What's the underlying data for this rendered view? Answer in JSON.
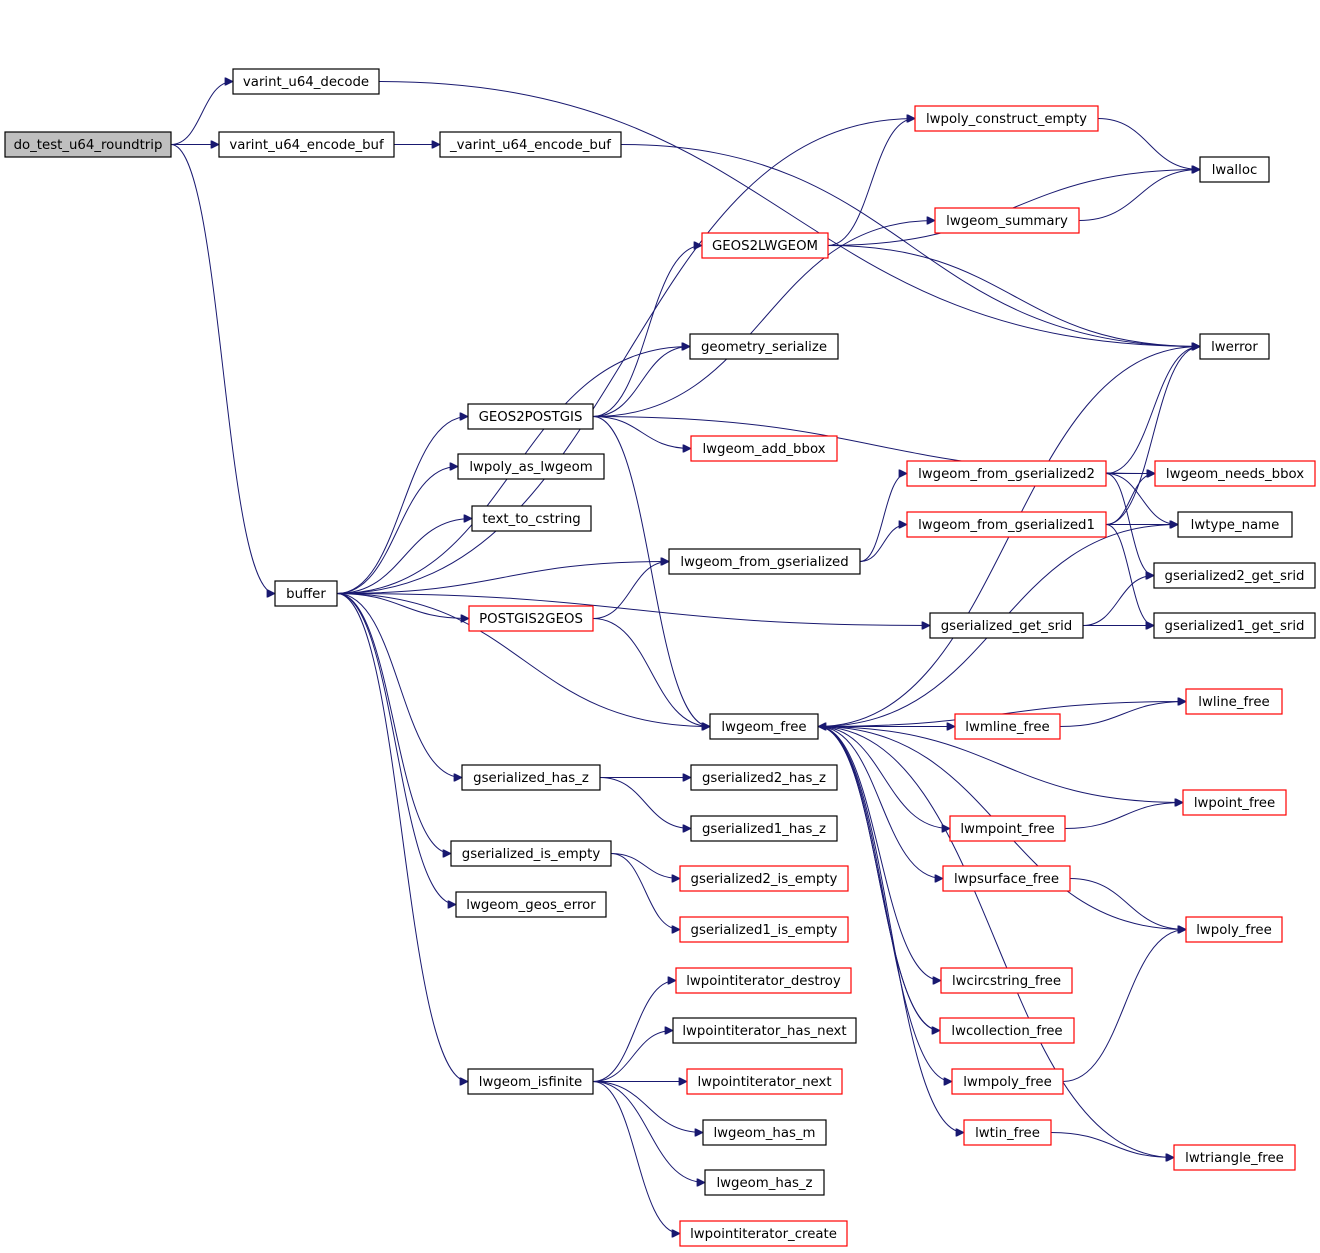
{
  "colors": {
    "edge": "#191970",
    "root_fill": "#bfbfbf",
    "normal_border": "#000000",
    "truncated_border": "#ff0000"
  },
  "nodes": [
    {
      "id": "do_test_u64_roundtrip",
      "label": "do_test_u64_roundtrip",
      "root": true
    },
    {
      "id": "varint_u64_decode",
      "label": "varint_u64_decode"
    },
    {
      "id": "varint_u64_encode_buf",
      "label": "varint_u64_encode_buf"
    },
    {
      "id": "_varint_u64_encode_buf",
      "label": "_varint_u64_encode_buf"
    },
    {
      "id": "buffer",
      "label": "buffer"
    },
    {
      "id": "lwpoly_construct_empty",
      "label": "lwpoly_construct_empty",
      "truncated": true
    },
    {
      "id": "lwalloc",
      "label": "lwalloc"
    },
    {
      "id": "lwgeom_summary",
      "label": "lwgeom_summary",
      "truncated": true
    },
    {
      "id": "GEOS2LWGEOM",
      "label": "GEOS2LWGEOM",
      "truncated": true
    },
    {
      "id": "lwerror",
      "label": "lwerror"
    },
    {
      "id": "geometry_serialize",
      "label": "geometry_serialize"
    },
    {
      "id": "GEOS2POSTGIS",
      "label": "GEOS2POSTGIS"
    },
    {
      "id": "lwgeom_add_bbox",
      "label": "lwgeom_add_bbox",
      "truncated": true
    },
    {
      "id": "lwpoly_as_lwgeom",
      "label": "lwpoly_as_lwgeom"
    },
    {
      "id": "lwgeom_from_gserialized2",
      "label": "lwgeom_from_gserialized2",
      "truncated": true
    },
    {
      "id": "lwgeom_needs_bbox",
      "label": "lwgeom_needs_bbox",
      "truncated": true
    },
    {
      "id": "text_to_cstring",
      "label": "text_to_cstring"
    },
    {
      "id": "lwgeom_from_gserialized1",
      "label": "lwgeom_from_gserialized1",
      "truncated": true
    },
    {
      "id": "lwtype_name",
      "label": "lwtype_name"
    },
    {
      "id": "lwgeom_from_gserialized",
      "label": "lwgeom_from_gserialized"
    },
    {
      "id": "gserialized2_get_srid",
      "label": "gserialized2_get_srid"
    },
    {
      "id": "POSTGIS2GEOS",
      "label": "POSTGIS2GEOS",
      "truncated": true
    },
    {
      "id": "gserialized_get_srid",
      "label": "gserialized_get_srid"
    },
    {
      "id": "gserialized1_get_srid",
      "label": "gserialized1_get_srid"
    },
    {
      "id": "lwline_free",
      "label": "lwline_free",
      "truncated": true
    },
    {
      "id": "lwgeom_free",
      "label": "lwgeom_free"
    },
    {
      "id": "lwmline_free",
      "label": "lwmline_free",
      "truncated": true
    },
    {
      "id": "gserialized_has_z",
      "label": "gserialized_has_z"
    },
    {
      "id": "gserialized2_has_z",
      "label": "gserialized2_has_z"
    },
    {
      "id": "lwpoint_free",
      "label": "lwpoint_free",
      "truncated": true
    },
    {
      "id": "lwmpoint_free",
      "label": "lwmpoint_free",
      "truncated": true
    },
    {
      "id": "gserialized1_has_z",
      "label": "gserialized1_has_z"
    },
    {
      "id": "gserialized_is_empty",
      "label": "gserialized_is_empty"
    },
    {
      "id": "gserialized2_is_empty",
      "label": "gserialized2_is_empty",
      "truncated": true
    },
    {
      "id": "lwpsurface_free",
      "label": "lwpsurface_free",
      "truncated": true
    },
    {
      "id": "lwgeom_geos_error",
      "label": "lwgeom_geos_error"
    },
    {
      "id": "gserialized1_is_empty",
      "label": "gserialized1_is_empty",
      "truncated": true
    },
    {
      "id": "lwpoly_free",
      "label": "lwpoly_free",
      "truncated": true
    },
    {
      "id": "lwpointiterator_destroy",
      "label": "lwpointiterator_destroy",
      "truncated": true
    },
    {
      "id": "lwcircstring_free",
      "label": "lwcircstring_free",
      "truncated": true
    },
    {
      "id": "lwpointiterator_has_next",
      "label": "lwpointiterator_has_next"
    },
    {
      "id": "lwcollection_free",
      "label": "lwcollection_free",
      "truncated": true
    },
    {
      "id": "lwgeom_isfinite",
      "label": "lwgeom_isfinite"
    },
    {
      "id": "lwpointiterator_next",
      "label": "lwpointiterator_next",
      "truncated": true
    },
    {
      "id": "lwmpoly_free",
      "label": "lwmpoly_free",
      "truncated": true
    },
    {
      "id": "lwgeom_has_m",
      "label": "lwgeom_has_m"
    },
    {
      "id": "lwtin_free",
      "label": "lwtin_free",
      "truncated": true
    },
    {
      "id": "lwtriangle_free",
      "label": "lwtriangle_free",
      "truncated": true
    },
    {
      "id": "lwgeom_has_z",
      "label": "lwgeom_has_z"
    },
    {
      "id": "lwpointiterator_create",
      "label": "lwpointiterator_create",
      "truncated": true
    }
  ],
  "edges": [
    [
      "do_test_u64_roundtrip",
      "varint_u64_decode"
    ],
    [
      "do_test_u64_roundtrip",
      "varint_u64_encode_buf"
    ],
    [
      "do_test_u64_roundtrip",
      "buffer"
    ],
    [
      "varint_u64_decode",
      "lwerror"
    ],
    [
      "varint_u64_encode_buf",
      "_varint_u64_encode_buf"
    ],
    [
      "_varint_u64_encode_buf",
      "lwerror"
    ],
    [
      "buffer",
      "lwpoly_construct_empty"
    ],
    [
      "buffer",
      "geometry_serialize"
    ],
    [
      "buffer",
      "GEOS2POSTGIS"
    ],
    [
      "buffer",
      "lwpoly_as_lwgeom"
    ],
    [
      "buffer",
      "text_to_cstring"
    ],
    [
      "buffer",
      "lwgeom_from_gserialized"
    ],
    [
      "buffer",
      "POSTGIS2GEOS"
    ],
    [
      "buffer",
      "gserialized_get_srid"
    ],
    [
      "buffer",
      "lwgeom_free"
    ],
    [
      "buffer",
      "gserialized_has_z"
    ],
    [
      "buffer",
      "gserialized_is_empty"
    ],
    [
      "buffer",
      "lwgeom_geos_error"
    ],
    [
      "buffer",
      "lwgeom_isfinite"
    ],
    [
      "lwpoly_construct_empty",
      "lwalloc"
    ],
    [
      "lwgeom_summary",
      "lwalloc"
    ],
    [
      "GEOS2LWGEOM",
      "lwpoly_construct_empty"
    ],
    [
      "GEOS2LWGEOM",
      "lwalloc"
    ],
    [
      "GEOS2LWGEOM",
      "lwerror"
    ],
    [
      "GEOS2POSTGIS",
      "GEOS2LWGEOM"
    ],
    [
      "GEOS2POSTGIS",
      "geometry_serialize"
    ],
    [
      "GEOS2POSTGIS",
      "lwgeom_summary"
    ],
    [
      "GEOS2POSTGIS",
      "lwgeom_add_bbox"
    ],
    [
      "GEOS2POSTGIS",
      "lwgeom_needs_bbox"
    ],
    [
      "GEOS2POSTGIS",
      "lwgeom_free"
    ],
    [
      "lwgeom_from_gserialized",
      "lwgeom_from_gserialized2"
    ],
    [
      "lwgeom_from_gserialized",
      "lwgeom_from_gserialized1"
    ],
    [
      "lwgeom_from_gserialized2",
      "lwerror"
    ],
    [
      "lwgeom_from_gserialized2",
      "lwgeom_needs_bbox"
    ],
    [
      "lwgeom_from_gserialized2",
      "lwtype_name"
    ],
    [
      "lwgeom_from_gserialized2",
      "gserialized2_get_srid"
    ],
    [
      "lwgeom_from_gserialized1",
      "lwerror"
    ],
    [
      "lwgeom_from_gserialized1",
      "lwgeom_needs_bbox"
    ],
    [
      "lwgeom_from_gserialized1",
      "lwtype_name"
    ],
    [
      "lwgeom_from_gserialized1",
      "gserialized1_get_srid"
    ],
    [
      "POSTGIS2GEOS",
      "lwgeom_from_gserialized"
    ],
    [
      "POSTGIS2GEOS",
      "lwgeom_free"
    ],
    [
      "gserialized_get_srid",
      "gserialized2_get_srid"
    ],
    [
      "gserialized_get_srid",
      "gserialized1_get_srid"
    ],
    [
      "lwgeom_free",
      "lwerror"
    ],
    [
      "lwgeom_free",
      "lwtype_name"
    ],
    [
      "lwgeom_free",
      "lwline_free"
    ],
    [
      "lwgeom_free",
      "lwmline_free"
    ],
    [
      "lwgeom_free",
      "lwpoint_free"
    ],
    [
      "lwgeom_free",
      "lwmpoint_free"
    ],
    [
      "lwgeom_free",
      "lwpsurface_free"
    ],
    [
      "lwgeom_free",
      "lwpoly_free"
    ],
    [
      "lwgeom_free",
      "lwcircstring_free"
    ],
    [
      "lwgeom_free",
      "lwcollection_free"
    ],
    [
      "lwgeom_free",
      "lwmpoly_free"
    ],
    [
      "lwgeom_free",
      "lwtin_free"
    ],
    [
      "lwgeom_free",
      "lwtriangle_free"
    ],
    [
      "lwmline_free",
      "lwline_free"
    ],
    [
      "lwmpoint_free",
      "lwpoint_free"
    ],
    [
      "lwpsurface_free",
      "lwpoly_free"
    ],
    [
      "lwcollection_free",
      "lwgeom_free"
    ],
    [
      "lwmpoly_free",
      "lwpoly_free"
    ],
    [
      "lwtin_free",
      "lwtriangle_free"
    ],
    [
      "gserialized_has_z",
      "gserialized2_has_z"
    ],
    [
      "gserialized_has_z",
      "gserialized1_has_z"
    ],
    [
      "gserialized_is_empty",
      "gserialized2_is_empty"
    ],
    [
      "gserialized_is_empty",
      "gserialized1_is_empty"
    ],
    [
      "lwgeom_isfinite",
      "lwpointiterator_destroy"
    ],
    [
      "lwgeom_isfinite",
      "lwpointiterator_has_next"
    ],
    [
      "lwgeom_isfinite",
      "lwpointiterator_next"
    ],
    [
      "lwgeom_isfinite",
      "lwgeom_has_m"
    ],
    [
      "lwgeom_isfinite",
      "lwgeom_has_z"
    ],
    [
      "lwgeom_isfinite",
      "lwpointiterator_create"
    ]
  ]
}
